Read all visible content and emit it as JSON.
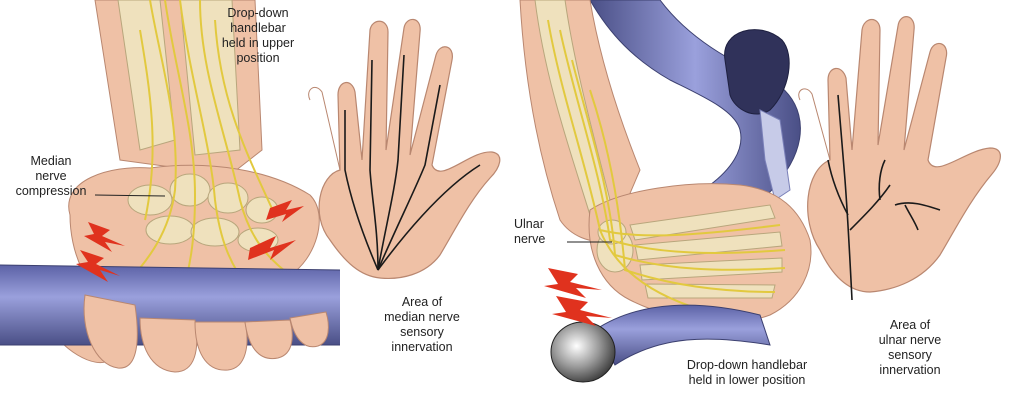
{
  "colors": {
    "background": "#ffffff",
    "skin": "#efc1a6",
    "skin_shade": "#d99a80",
    "bone": "#efe1bd",
    "bone_shade": "#c9b68a",
    "nerve": "#e2c93f",
    "handlebar": "#7f86c9",
    "handlebar_dark": "#4a4f86",
    "lightning": "#e0321e",
    "palm_line": "#1a1a1a"
  },
  "panel_left": {
    "handlebar_label": [
      "Drop-down",
      "handlebar",
      "held in upper",
      "position"
    ],
    "compression_label": [
      "Median",
      "nerve",
      "compression"
    ],
    "area_label": [
      "Area of",
      "median nerve",
      "sensory",
      "innervation"
    ]
  },
  "panel_right": {
    "nerve_label": [
      "Ulnar",
      "nerve"
    ],
    "handlebar_label": [
      "Drop-down handlebar",
      "held in lower position"
    ],
    "area_label": [
      "Area of",
      "ulnar nerve",
      "sensory",
      "innervation"
    ]
  }
}
